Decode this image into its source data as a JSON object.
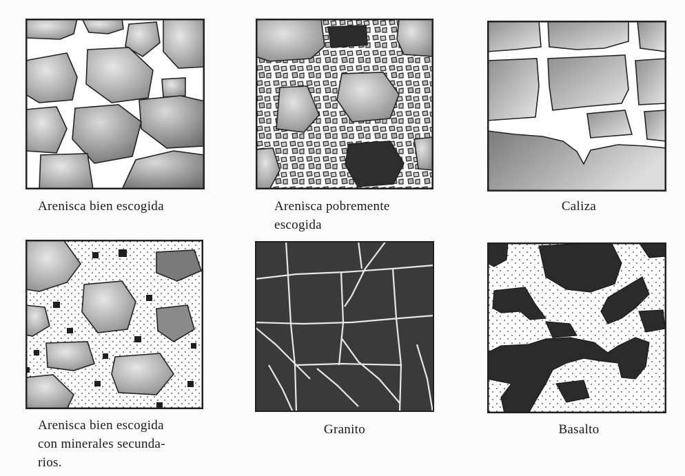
{
  "panels": [
    {
      "id": "arenisca-bien-escogida",
      "caption": [
        "Arenisca bien escogida"
      ]
    },
    {
      "id": "arenisca-pobremente-escogida",
      "caption": [
        "Arenisca pobremente",
        "escogida"
      ]
    },
    {
      "id": "caliza",
      "caption": [
        "Caliza"
      ]
    },
    {
      "id": "arenisca-minerales-secundarios",
      "caption": [
        "Arenisca bien escogida",
        "con minerales secunda-",
        "rios."
      ]
    },
    {
      "id": "granito",
      "caption": [
        "Granito"
      ]
    },
    {
      "id": "basalto",
      "caption": [
        "Basalto"
      ]
    }
  ]
}
